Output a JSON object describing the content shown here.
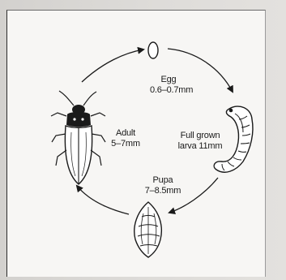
{
  "stages": {
    "egg": {
      "name": "Egg",
      "size": "0.6–0.7mm",
      "icon": "egg-icon"
    },
    "larva": {
      "name": "Full grown",
      "size": "larva 11mm",
      "icon": "larva-icon"
    },
    "pupa": {
      "name": "Pupa",
      "size": "7–8.5mm",
      "icon": "pupa-icon"
    },
    "adult": {
      "name": "Adult",
      "size": "5–7mm",
      "icon": "beetle-icon"
    }
  },
  "colors": {
    "ink": "#1a1a1a",
    "paper": "#f7f6f4"
  }
}
